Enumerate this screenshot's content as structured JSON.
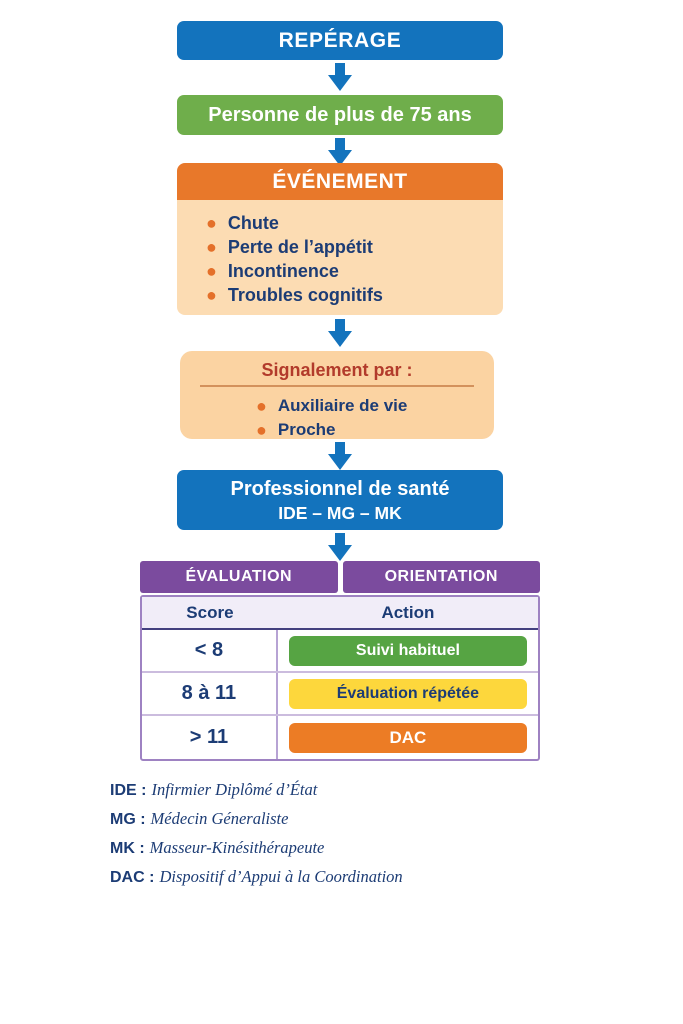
{
  "colors": {
    "blue": "#1373bd",
    "green": "#6fae4b",
    "orange_header": "#e8782a",
    "peach_body": "#fcdcb3",
    "peach_signal": "#fbd3a2",
    "title_red": "#b23b2b",
    "navy_text": "#1c3c75",
    "purple_header": "#7b4b9e",
    "lavender_subheader": "#f1edf8",
    "pill_green": "#56a443",
    "pill_yellow": "#fdd73c",
    "pill_orange": "#ec7c25"
  },
  "flow": {
    "reperage": "REPÉRAGE",
    "personne": "Personne de plus de 75 ans",
    "evenement": {
      "title": "ÉVÉNEMENT",
      "items": [
        "Chute",
        "Perte de l’appétit",
        "Incontinence",
        "Troubles cognitifs"
      ]
    },
    "signalement": {
      "title": "Signalement par :",
      "items": [
        "Auxiliaire de vie",
        "Proche"
      ]
    },
    "professionnel": {
      "line1": "Professionnel de santé",
      "line2": "IDE – MG – MK"
    }
  },
  "table": {
    "headers": [
      "ÉVALUATION",
      "ORIENTATION"
    ],
    "subheaders": [
      "Score",
      "Action"
    ],
    "rows": [
      {
        "score": "< 8",
        "action": "Suivi habituel",
        "status_color": "#56a443"
      },
      {
        "score": "8 à 11",
        "action": "Évaluation répétée",
        "status_color": "#fdd73c"
      },
      {
        "score": "> 11",
        "action": "DAC",
        "status_color": "#ec7c25"
      }
    ]
  },
  "legend": [
    {
      "abbr": "IDE :",
      "text": "Infirmier Diplômé d’État"
    },
    {
      "abbr": "MG :",
      "text": "Médecin Géneraliste"
    },
    {
      "abbr": "MK :",
      "text": "Masseur-Kinésithérapeute"
    },
    {
      "abbr": "DAC :",
      "text": "Dispositif d’Appui à la Coordination"
    }
  ]
}
